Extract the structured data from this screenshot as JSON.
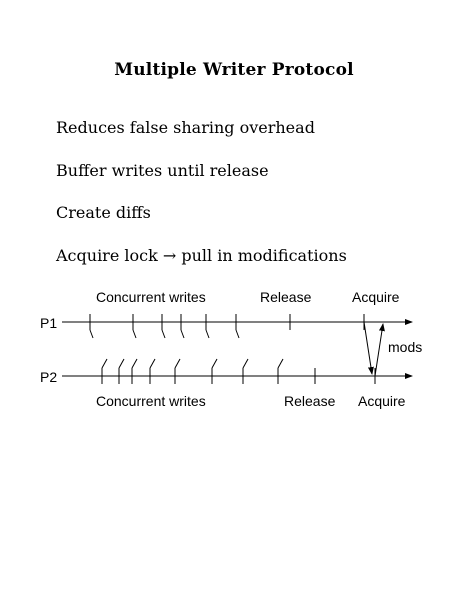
{
  "title": "Multiple Writer Protocol",
  "bullets": [
    "Reduces false sharing overhead",
    "Buffer writes until release",
    "Create diffs",
    "Acquire lock → pull in modifications"
  ],
  "diagram": {
    "top_labels": {
      "concurrent_writes": "Concurrent writes",
      "release": "Release",
      "acquire": "Acquire"
    },
    "bottom_labels": {
      "concurrent_writes": "Concurrent writes",
      "release": "Release",
      "acquire": "Acquire"
    },
    "process_labels": [
      "P1",
      "P2"
    ],
    "mods_label": "mods"
  }
}
